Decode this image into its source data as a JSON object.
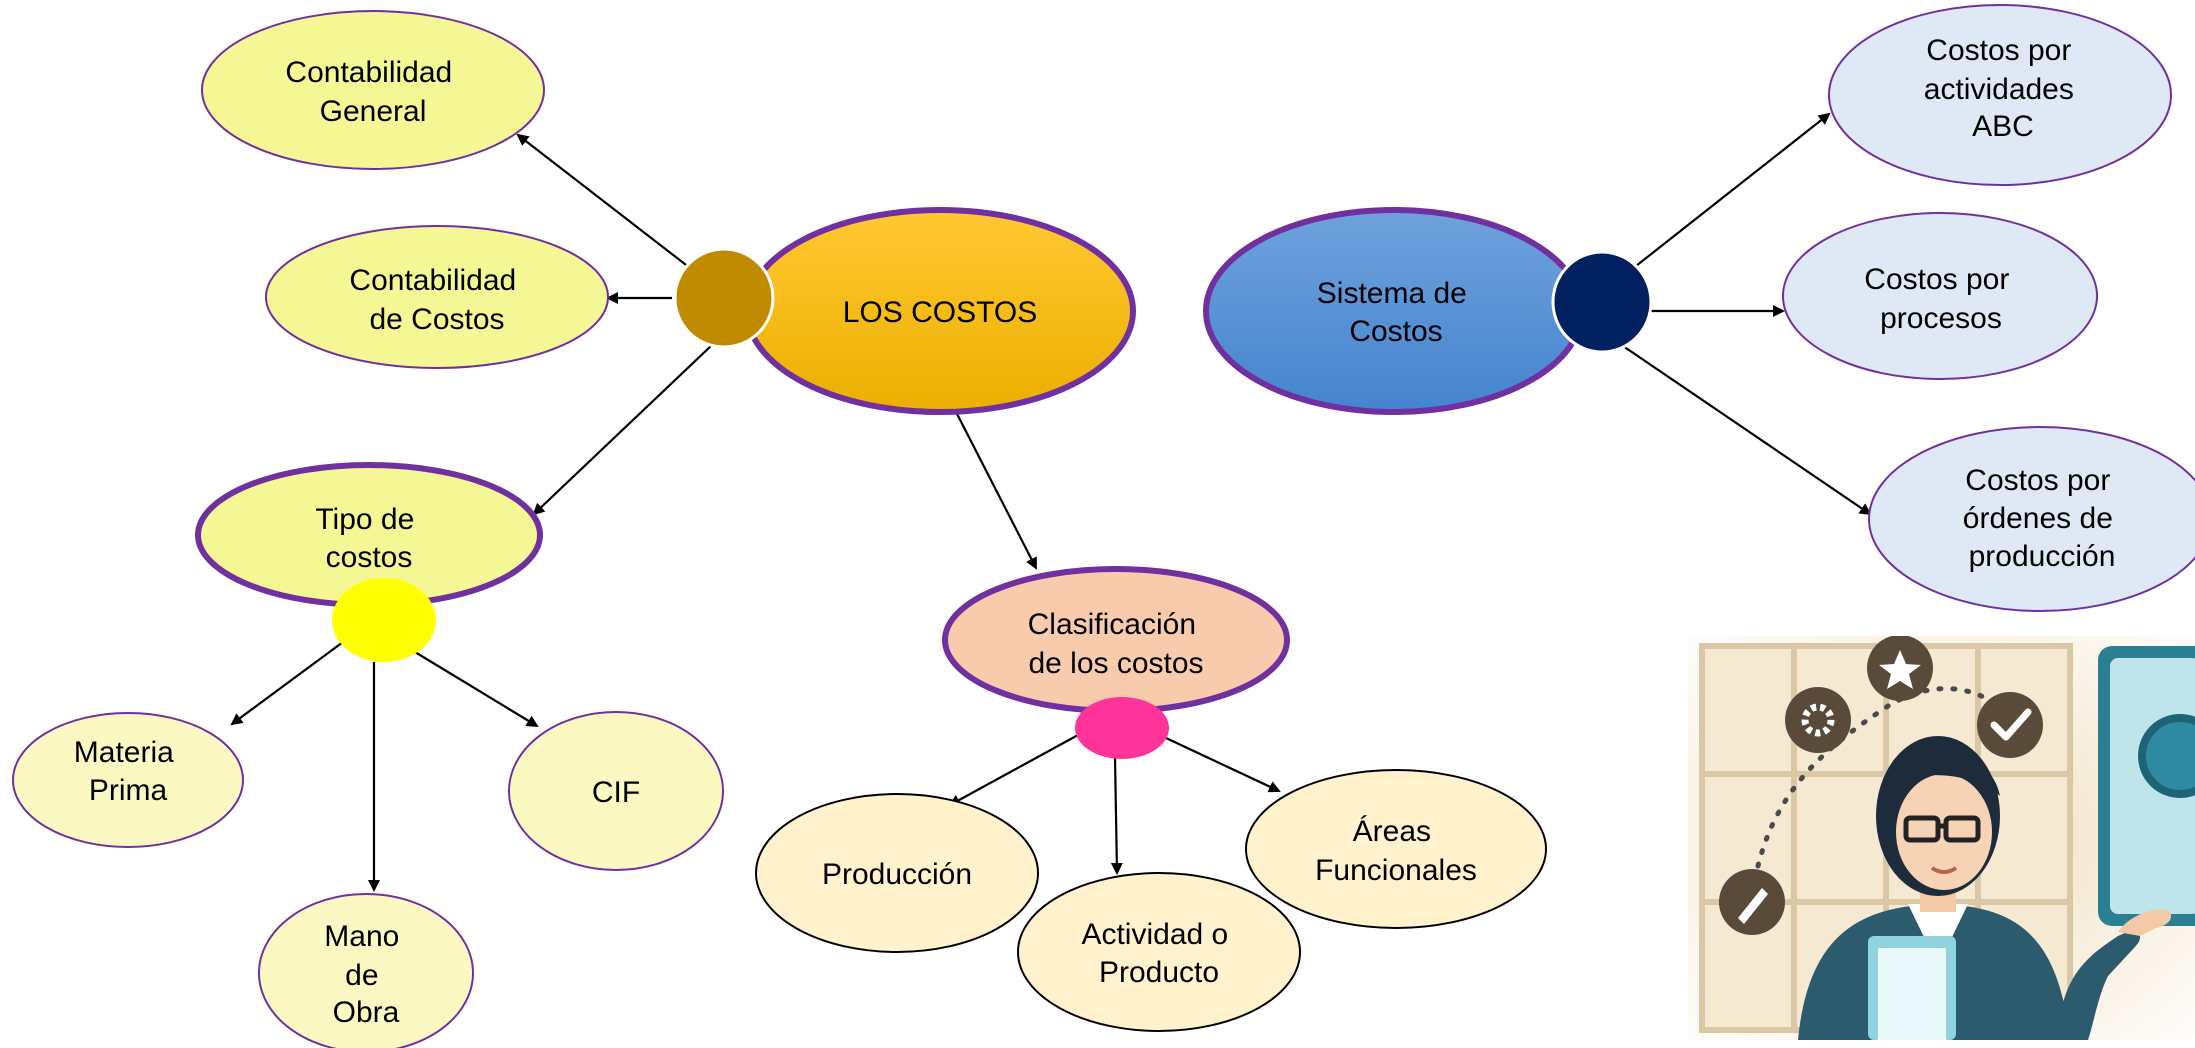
{
  "nodes": {
    "los_costos": {
      "lines": [
        "LOS COSTOS"
      ]
    },
    "contabilidad_general": {
      "lines": [
        "Contabilidad",
        "General"
      ]
    },
    "contabilidad_costos": {
      "lines": [
        "Contabilidad",
        "de Costos"
      ]
    },
    "tipo_costos": {
      "lines": [
        "Tipo de",
        "costos"
      ]
    },
    "materia_prima": {
      "lines": [
        "Materia",
        "Prima"
      ]
    },
    "mano_obra": {
      "lines": [
        "Mano",
        "de",
        "Obra"
      ]
    },
    "cif": {
      "lines": [
        "CIF"
      ]
    },
    "clasificacion": {
      "lines": [
        "Clasificación",
        "de los costos"
      ]
    },
    "produccion": {
      "lines": [
        "Producción"
      ]
    },
    "actividad_producto": {
      "lines": [
        "Actividad o",
        "Producto"
      ]
    },
    "areas_funcionales": {
      "lines": [
        "Áreas",
        "Funcionales"
      ]
    },
    "sistema_costos": {
      "lines": [
        "Sistema de",
        "Costos"
      ]
    },
    "costos_abc": {
      "lines": [
        "Costos por",
        "actividades",
        "ABC"
      ]
    },
    "costos_procesos": {
      "lines": [
        "Costos por",
        "procesos"
      ]
    },
    "costos_ordenes": {
      "lines": [
        "Costos por",
        "órdenes de",
        "producción"
      ]
    }
  },
  "colors": {
    "hub_main": "#c08b00",
    "hub_tipo": "#ffff00",
    "hub_clasificacion": "#ff3399",
    "hub_sistema": "#002060",
    "outline": "#7030a0"
  },
  "illustration": {
    "icon": "accountant-illustration"
  }
}
